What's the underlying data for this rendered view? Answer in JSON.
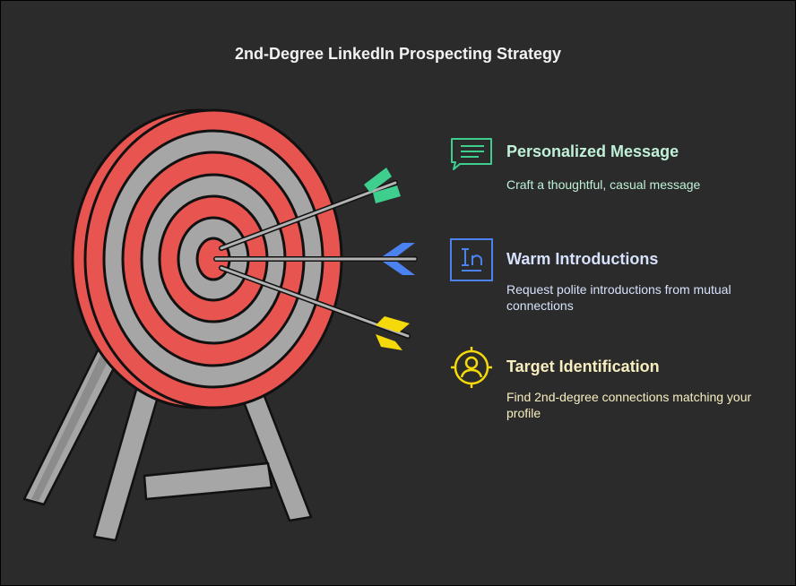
{
  "title": "2nd-Degree LinkedIn Prospecting Strategy",
  "colors": {
    "background": "#2b2b2b",
    "target_red": "#e85550",
    "target_gray": "#a6a6a6",
    "green": "#3ecf8e",
    "blue": "#4c82f0",
    "yellow": "#f5d90a"
  },
  "items": [
    {
      "heading": "Personalized Message",
      "description": "Craft a thoughtful, casual message",
      "icon": "chat-message-icon",
      "color": "#3ecf8e",
      "text_color": "#bff0d8"
    },
    {
      "heading": "Warm Introductions",
      "description": "Request polite introductions from mutual connections",
      "icon": "linkedin-icon",
      "color": "#4c82f0",
      "text_color": "#d6e2fb"
    },
    {
      "heading": "Target Identification",
      "description": "Find 2nd-degree connections matching your profile",
      "icon": "target-user-icon",
      "color": "#f5d90a",
      "text_color": "#f7eec0"
    }
  ]
}
